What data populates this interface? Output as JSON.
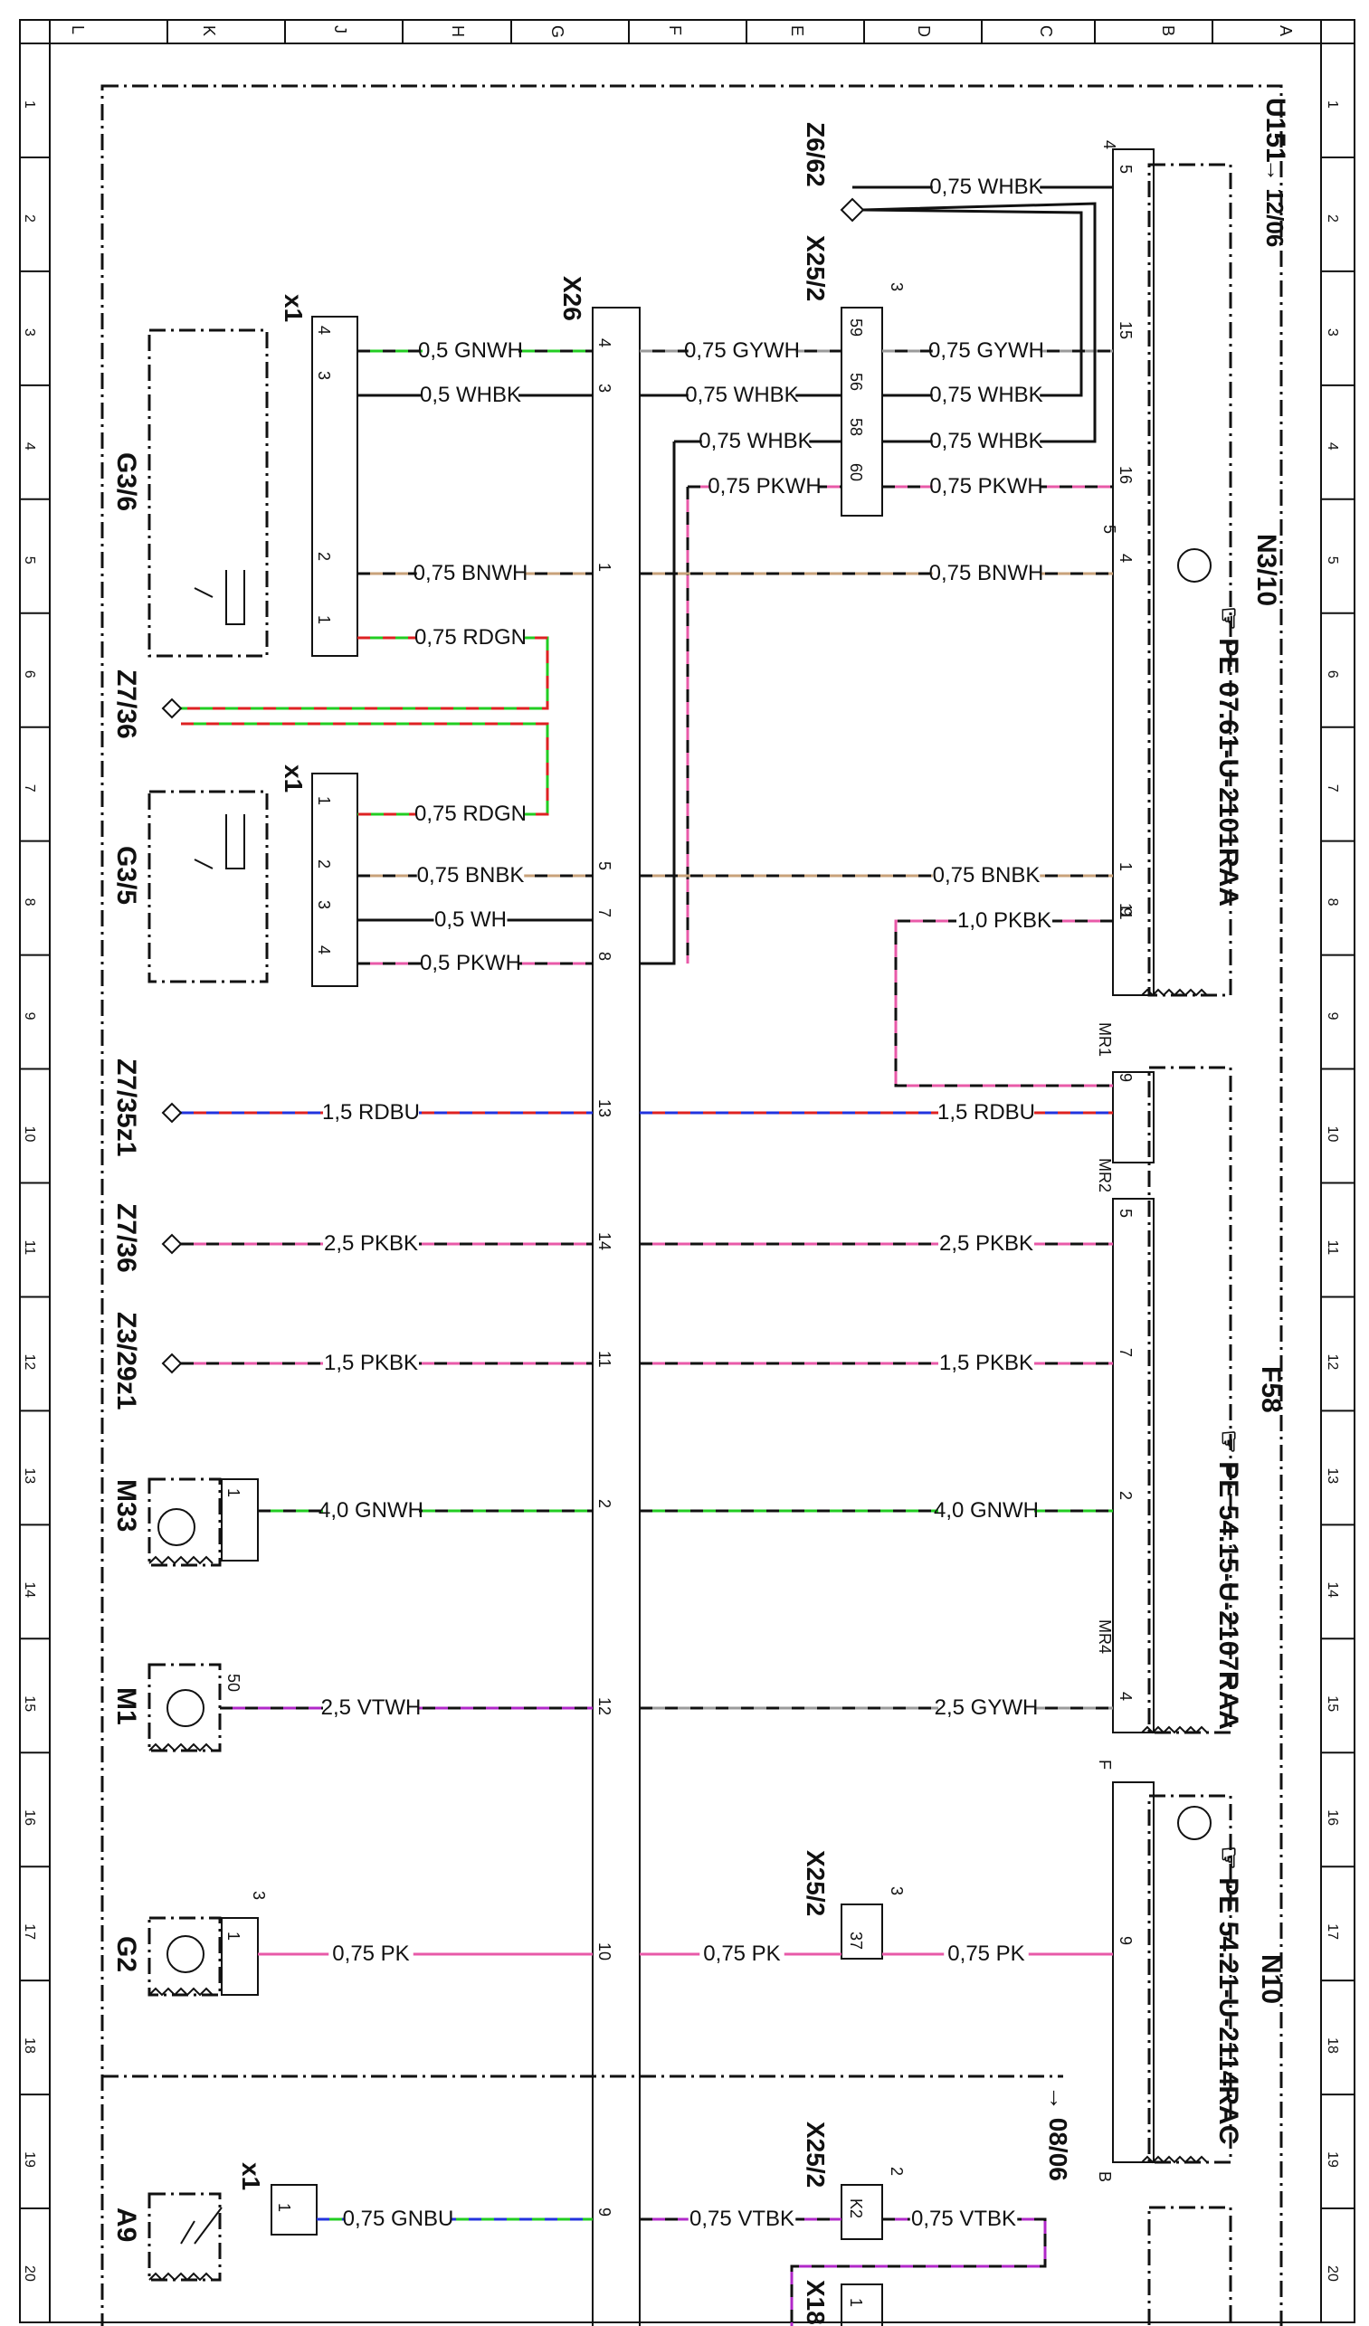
{
  "diagram_rows": [
    "1",
    "2",
    "3",
    "4",
    "5",
    "6",
    "7",
    "8",
    "9",
    "10",
    "11",
    "12",
    "13",
    "14",
    "15",
    "16",
    "17",
    "18",
    "19",
    "20"
  ],
  "diagram_cols": [
    "L",
    "K",
    "J",
    "H",
    "G",
    "F",
    "E",
    "D",
    "C",
    "B",
    "A"
  ],
  "components": {
    "U151": "U151",
    "U151_ref": "→ 12/06",
    "N3_10": "N3/10",
    "N3_10_ref": "☞ PE 07.61-U-2101RAA",
    "F58": "F58",
    "F58_ref": "☞ PE 54.15-U-2107RAA",
    "N10": "N10",
    "N10_ref": "☞ PE 54.21-U-2114RAC",
    "Z6_62": "Z6/62",
    "X25_2a": "X25/2",
    "X25_2b": "X25/2",
    "X25_2c": "X25/2",
    "X26": "X26",
    "x1a": "x1",
    "x1b": "x1",
    "x1c": "x1",
    "G3_6": "G3/6",
    "G3_5": "G3/5",
    "Z7_36a": "Z7/36",
    "Z7_36b": "Z7/36",
    "Z7_35z1": "Z7/35z1",
    "Z3_29z1": "Z3/29z1",
    "M33": "M33",
    "M1": "M1",
    "G2": "G2",
    "A9": "A9",
    "X18": "X18",
    "ref_08_06": "→ 08/06"
  },
  "wires": {
    "w1": "0,75 WHBK",
    "w2": "0,5 GNWH",
    "w3": "0,75 GYWH",
    "w4": "0,75 GYWH",
    "w5": "0,5 WHBK",
    "w6": "0,75 WHBK",
    "w7": "0,75 WHBK",
    "w8": "0,75 WHBK",
    "w9": "0,75 WHBK",
    "w10": "0,75 PKWH",
    "w11": "0,75 PKWH",
    "w12": "0,75 BNWH",
    "w13": "0,75 BNWH",
    "w14": "0,75 RDGN",
    "w15": "0,75 RDGN",
    "w16": "0,75 BNBK",
    "w17": "0,75 BNBK",
    "w18": "0,5 WH",
    "w19": "0,5 PKWH",
    "w20": "1,0 PKBK",
    "w21": "1,5 RDBU",
    "w22": "1,5 RDBU",
    "w23": "2,5 PKBK",
    "w24": "2,5 PKBK",
    "w25": "1,5 PKBK",
    "w26": "1,5 PKBK",
    "w27": "4,0 GNWH",
    "w28": "4,0 GNWH",
    "w29": "2,5 VTWH",
    "w30": "2,5 GYWH",
    "w31": "0,75 PK",
    "w32": "0,75 PK",
    "w33": "0,75 PK",
    "w34": "0,75 GNBU",
    "w35": "0,75 VTBK",
    "w36": "0,75 VTBK"
  },
  "pins": {
    "x26": [
      "4",
      "3",
      "1",
      "5",
      "7",
      "8",
      "13",
      "14",
      "11",
      "2",
      "12",
      "10",
      "9"
    ],
    "x25top": [
      "3",
      "59",
      "56",
      "58",
      "60"
    ],
    "n310": [
      "4",
      "5",
      "15",
      "16",
      "5",
      "4",
      "1",
      "11",
      "9"
    ],
    "f58": [
      "MR1",
      "9",
      "MR2",
      "5",
      "7",
      "2",
      "MR4",
      "4"
    ],
    "n10": [
      "F",
      "9",
      "B"
    ],
    "x1top": [
      "4",
      "3",
      "2",
      "1"
    ],
    "x1mid": [
      "1",
      "2",
      "3",
      "4"
    ],
    "m33": [
      "1"
    ],
    "m1": [
      "50"
    ],
    "g2": [
      "3",
      "1"
    ],
    "x25mid": [
      "3",
      "37"
    ],
    "x25bot": [
      "2",
      "K2"
    ],
    "x1bot": [
      "1"
    ],
    "x18": [
      "1"
    ]
  },
  "colors": {
    "black": "#111111",
    "green": "#22cc22",
    "red": "#dd2222",
    "pink": "#e85aa8",
    "blue": "#2233dd",
    "brown": "#c8a27a",
    "violet": "#b028c8",
    "gray": "#9a9a9a"
  }
}
